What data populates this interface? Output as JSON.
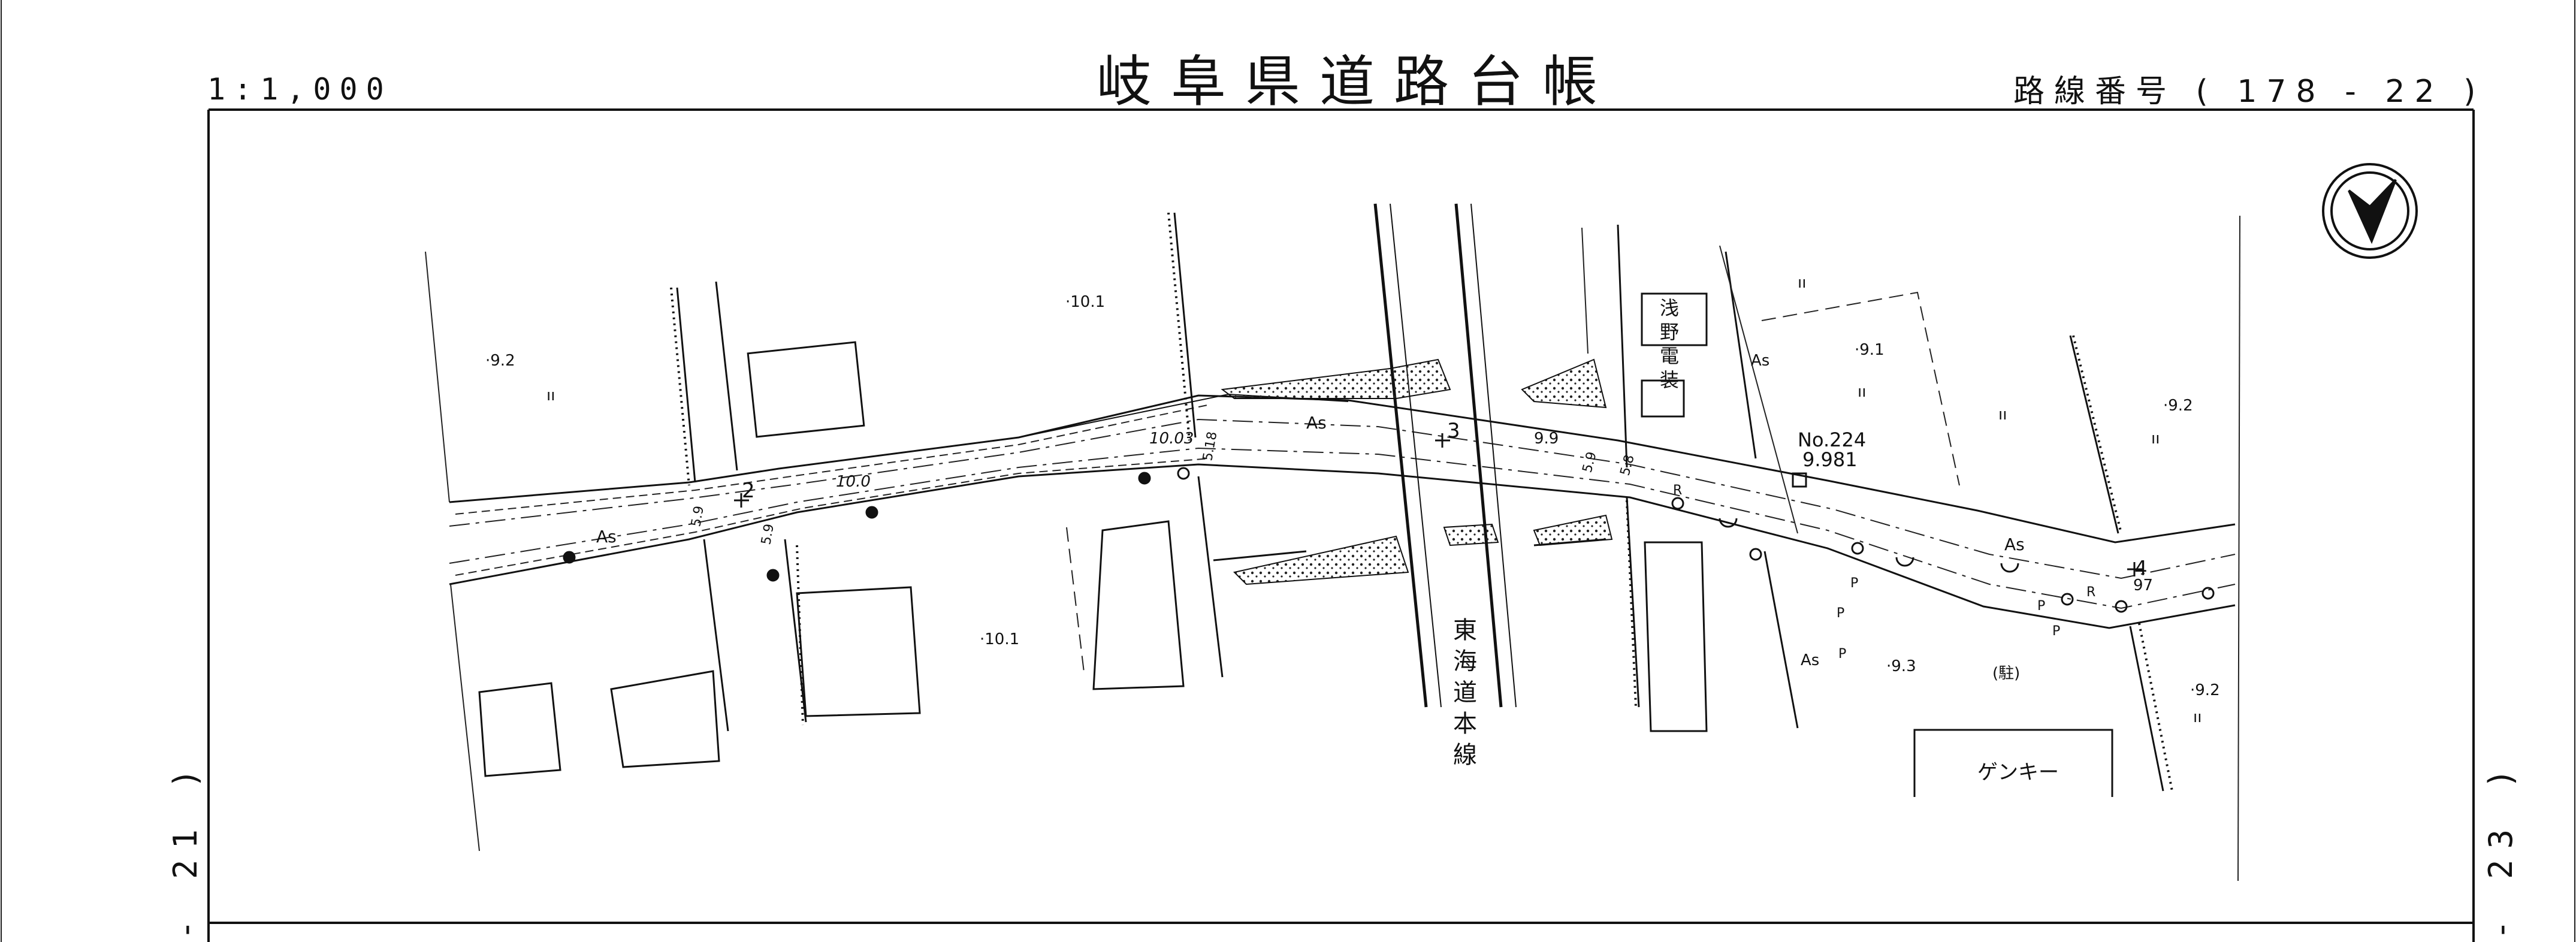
{
  "header": {
    "title": "岐阜県道路台帳",
    "scale": "1:1,000",
    "route_number": "路線番号 ( 178 - 22 )"
  },
  "sheet_links": {
    "left": "- 21 )",
    "right": "- 23 )"
  },
  "map": {
    "station_labels": [
      "2",
      "3",
      "4"
    ],
    "surface_labels": [
      "As",
      "As",
      "As",
      "As",
      "As"
    ],
    "elevations": [
      "·9.2",
      "·10.1",
      "10.03",
      "10.0",
      "9.9",
      "·10.1",
      "·9.1",
      "·9.2",
      "·9.3",
      "·9.2"
    ],
    "road_widths": [
      "5.9",
      "5.9",
      "5.18",
      "5.9",
      "5.8",
      "97"
    ],
    "benchmark": {
      "id": "No.224",
      "value": "9.981"
    },
    "railway_label": "東海道本線",
    "shop_sign": "浅野電装",
    "store_name": "ゲンキー",
    "parking_label": "(駐)",
    "utility_marks": [
      "R",
      "P",
      "P",
      "P",
      "R",
      "P",
      "P"
    ],
    "field_marks": [
      "ıı",
      "ıı",
      "ıı",
      "ıı",
      "ıı",
      "ıı"
    ],
    "north_arrow": "north-arrow-icon"
  },
  "colors": {
    "ink": "#111111",
    "paper": "#ffffff"
  }
}
